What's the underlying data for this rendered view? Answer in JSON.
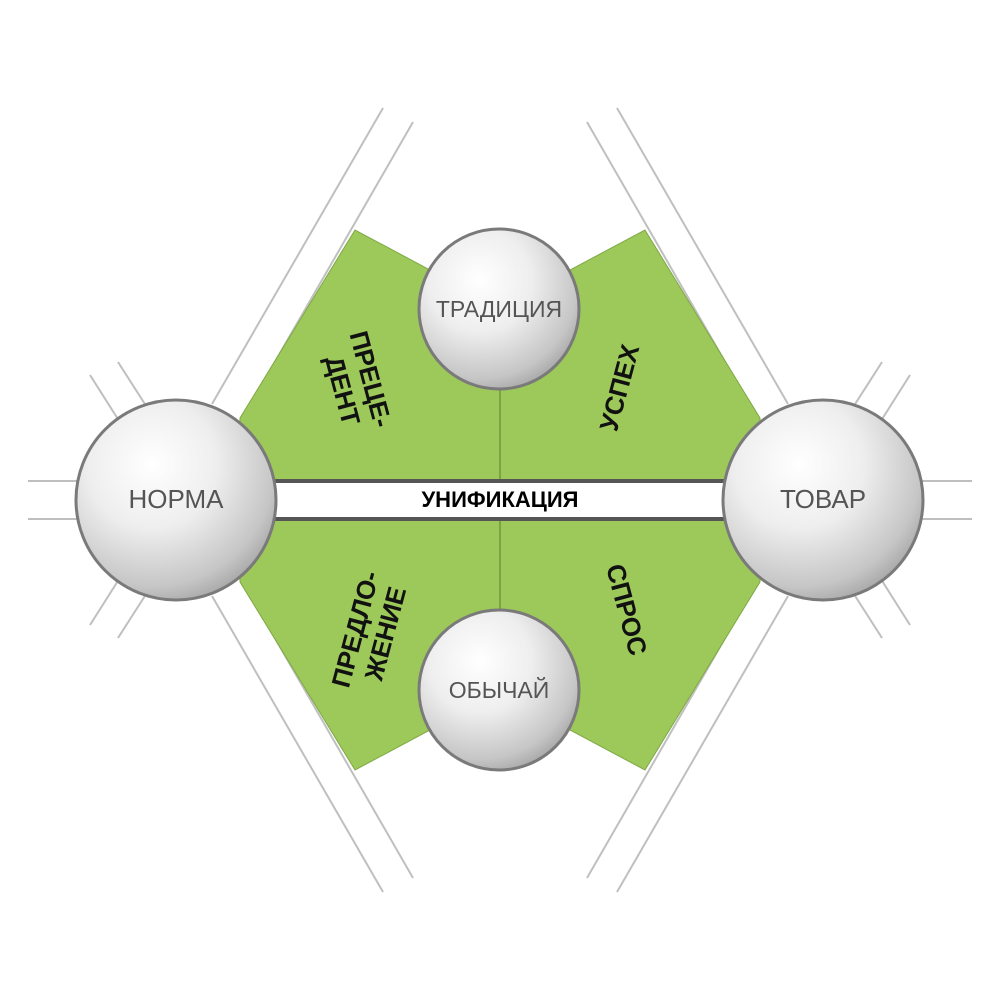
{
  "diagram": {
    "band_label": "УНИФИКАЦИЯ",
    "nodes": {
      "left": "НОРМА",
      "right": "ТОВАР",
      "top": "ТРАДИЦИЯ",
      "bottom": "ОБЫЧАЙ"
    },
    "sectors": {
      "top_left": {
        "line1": "ПРЕЦЕ-",
        "line2": "ДЕНТ"
      },
      "top_right": {
        "line1": "УСПЕХ"
      },
      "bottom_left": {
        "line1": "ПРЕДЛО-",
        "line2": "ЖЕНИЕ"
      },
      "bottom_right": {
        "line1": "СПРОС"
      }
    },
    "colors": {
      "sector_fill": "#9dc85a",
      "sector_stroke": "#7fa844",
      "band_stroke": "#555555",
      "guide_lines": "#bfbfbf",
      "node_stroke": "#7a7a7a"
    }
  }
}
